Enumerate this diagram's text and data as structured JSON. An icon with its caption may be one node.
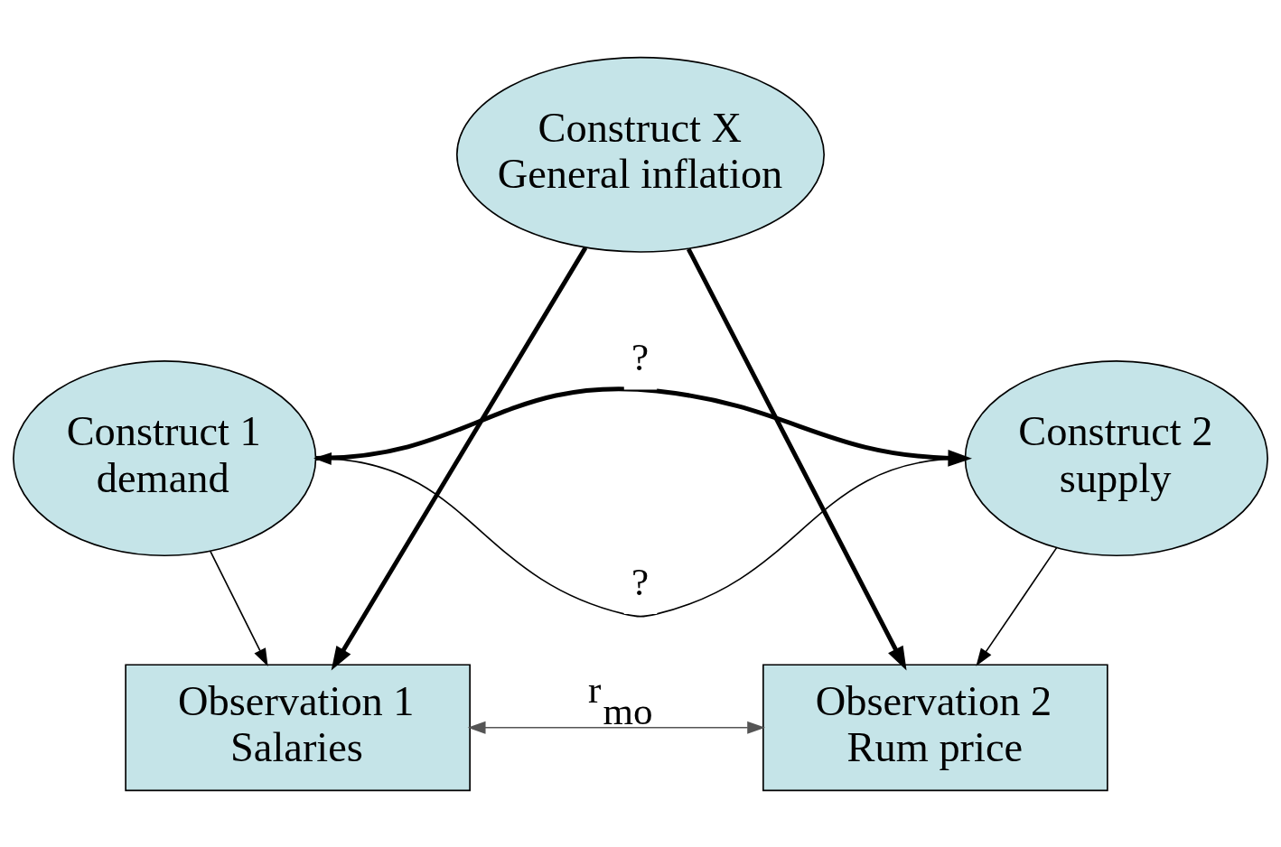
{
  "diagram": {
    "nodes": [
      {
        "text": [
          "Construct X",
          "General inflation"
        ]
      },
      {
        "text": [
          "Construct 1",
          "demand"
        ]
      },
      {
        "text": [
          "Construct 2",
          "supply"
        ]
      },
      {
        "text": [
          "Observation 1",
          "Salaries"
        ]
      },
      {
        "text": [
          "Observation 2",
          "Rum price"
        ]
      }
    ],
    "edges": [
      {
        "from": 1,
        "to": 2,
        "arrow": "to",
        "label": "?",
        "style": "thick"
      },
      {
        "from": 2,
        "to": 1,
        "arrow": "to",
        "label": "?"
      },
      {
        "from": 0,
        "to": 3,
        "arrow": "to",
        "style": "thick"
      },
      {
        "from": 0,
        "to": 4,
        "arrow": "to",
        "style": "thick"
      },
      {
        "from": 1,
        "to": 3,
        "arrow": "to"
      },
      {
        "from": 2,
        "to": 4,
        "arrow": "to"
      },
      {
        "from": 3,
        "to": 4,
        "arrow": "both",
        "label": "r$_{mo}$",
        "color": "#555555"
      }
    ]
  }
}
